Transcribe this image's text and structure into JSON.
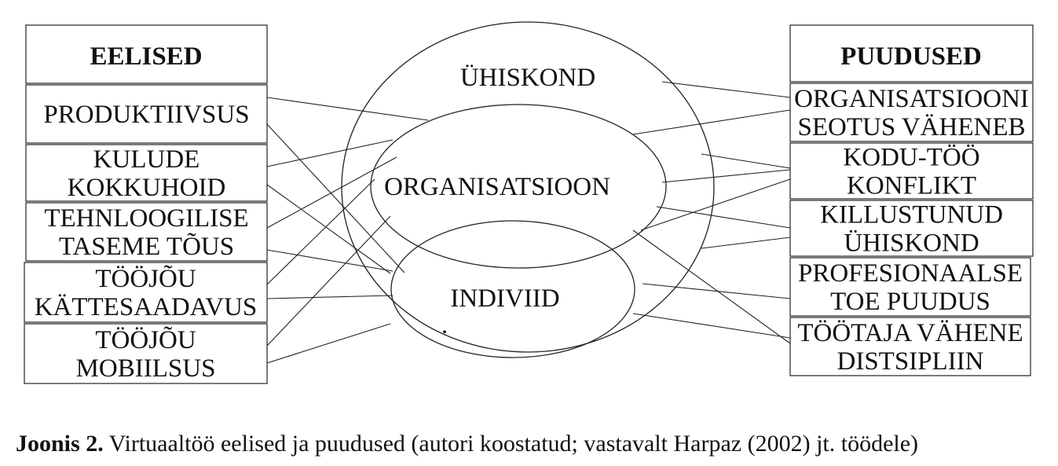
{
  "left_header": "EELISED",
  "right_header": "PUUDUSED",
  "left_items": [
    [
      "PRODUKTIIVSUS"
    ],
    [
      "KULUDE",
      "KOKKUHOID"
    ],
    [
      "TEHNLOOGILISE",
      "TASEME TÕUS"
    ],
    [
      "TÖÖJÕU",
      "KÄTTESAADAVUS"
    ],
    [
      "TÖÖJÕU",
      "MOBIILSUS"
    ]
  ],
  "right_items": [
    [
      "ORGANISATSIOONI",
      "SEOTUS VÄHENEB"
    ],
    [
      "KODU-TÖÖ",
      "KONFLIKT"
    ],
    [
      "KILLUSTUNUD",
      "ÜHISKOND"
    ],
    [
      "PROFESIONAALSE",
      "TOE PUUDUS"
    ],
    [
      "TÖÖTAJA VÄHENE",
      "DISTSIPLIIN"
    ]
  ],
  "circle_labels": {
    "outer": "ÜHISKOND",
    "middle": "ORGANISATSIOON",
    "inner": "INDIVIID",
    "dot": "."
  },
  "caption": {
    "label": "Joonis 2.",
    "text": " Virtuaaltöö eelised ja puudused (autori koostatud; vastavalt Harpaz (2002) jt. töödele)"
  }
}
